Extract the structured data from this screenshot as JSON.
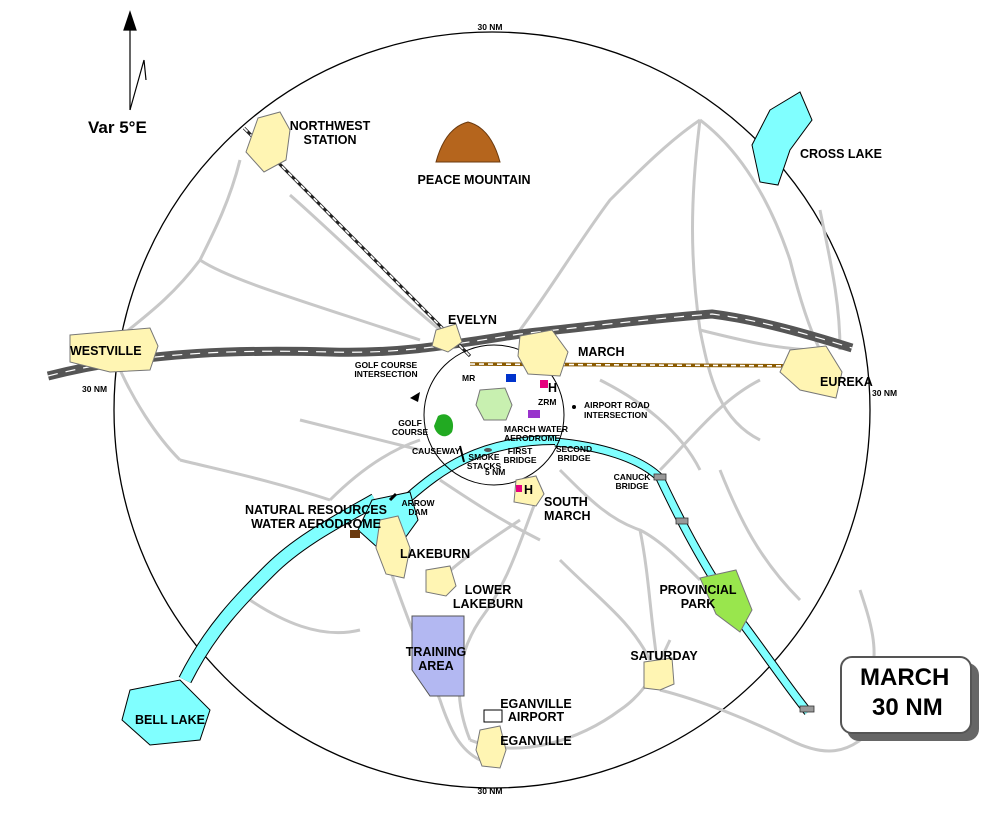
{
  "title_box": {
    "line1": "MARCH",
    "line2": "30 NM"
  },
  "variation": "Var 5°E",
  "range_labels": {
    "top": "30 NM",
    "bottom": "30 NM",
    "left": "30 NM",
    "right": "30 NM",
    "inner": "5 NM"
  },
  "places": {
    "northwest_station": [
      "NORTHWEST",
      "STATION"
    ],
    "peace_mountain": "PEACE MOUNTAIN",
    "cross_lake": "CROSS LAKE",
    "westville": "WESTVILLE",
    "evelyn": "EVELYN",
    "march": "MARCH",
    "eureka": "EUREKA",
    "golf_course_intersection": [
      "GOLF COURSE",
      "INTERSECTION"
    ],
    "mr": "MR",
    "zrm": "ZRM",
    "airport_road_intersection": [
      "AIRPORT ROAD",
      "INTERSECTION"
    ],
    "golf_course": [
      "GOLF",
      "COURSE"
    ],
    "march_water_aerodrome": [
      "MARCH WATER",
      "AERODROME"
    ],
    "causeway": "CAUSEWAY",
    "smoke_stacks": [
      "SMOKE",
      "STACKS"
    ],
    "first_bridge": [
      "FIRST",
      "BRIDGE"
    ],
    "second_bridge": [
      "SECOND",
      "BRIDGE"
    ],
    "canuck_bridge": [
      "CANUCK",
      "BRIDGE"
    ],
    "south_march": [
      "SOUTH",
      "MARCH"
    ],
    "natural_resources": [
      "NATURAL RESOURCES",
      "WATER AERODROME"
    ],
    "arrow_dam": [
      "ARROW",
      "DAM"
    ],
    "lakeburn": "LAKEBURN",
    "lower_lakeburn": [
      "LOWER",
      "LAKEBURN"
    ],
    "provincial_park": [
      "PROVINCIAL",
      "PARK"
    ],
    "training_area": [
      "TRAINING",
      "AREA"
    ],
    "saturday": "SATURDAY",
    "eganville_airport": [
      "EGANVILLE",
      "AIRPORT"
    ],
    "eganville": "EGANVILLE",
    "bell_lake": "BELL LAKE",
    "heliport": "H"
  },
  "colors": {
    "town": "#fff5b3",
    "water": "#80ffff",
    "park": "#99e64d",
    "training": "#b3b8f2",
    "road": "#c8c8c8",
    "highway": "#555555",
    "mountain": "#b5651d"
  }
}
